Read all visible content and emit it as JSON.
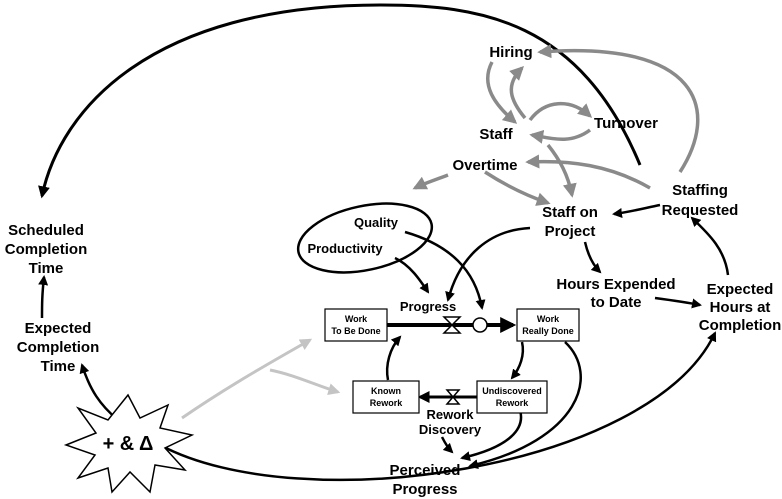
{
  "nodes": {
    "hiring": "Hiring",
    "turnover": "Turnover",
    "staff": "Staff",
    "overtime": "Overtime",
    "staffing_requested": [
      "Staffing",
      "Requested"
    ],
    "staff_on_project": [
      "Staff on",
      "Project"
    ],
    "quality": "Quality",
    "productivity": "Productivity",
    "progress": "Progress",
    "hours_expended": [
      "Hours Expended",
      "to Date"
    ],
    "expected_hours": [
      "Expected",
      "Hours at",
      "Completion"
    ],
    "scheduled_completion": [
      "Scheduled",
      "Completion",
      "Time"
    ],
    "expected_completion": [
      "Expected",
      "Completion",
      "Time"
    ],
    "work_to_be_done": [
      "Work",
      "To Be Done"
    ],
    "work_really_done": [
      "Work",
      "Really Done"
    ],
    "known_rework": [
      "Known",
      "Rework"
    ],
    "undiscovered_rework": [
      "Undiscovered",
      "Rework"
    ],
    "rework_discovery": [
      "Rework",
      "Discovery"
    ],
    "perceived_progress": [
      "Perceived",
      "Progress"
    ],
    "changes": "+ & Δ"
  },
  "colors": {
    "main": "#000000",
    "staffing_loop": "#8a8a8a",
    "change_arrows": "#c4c4c4"
  }
}
